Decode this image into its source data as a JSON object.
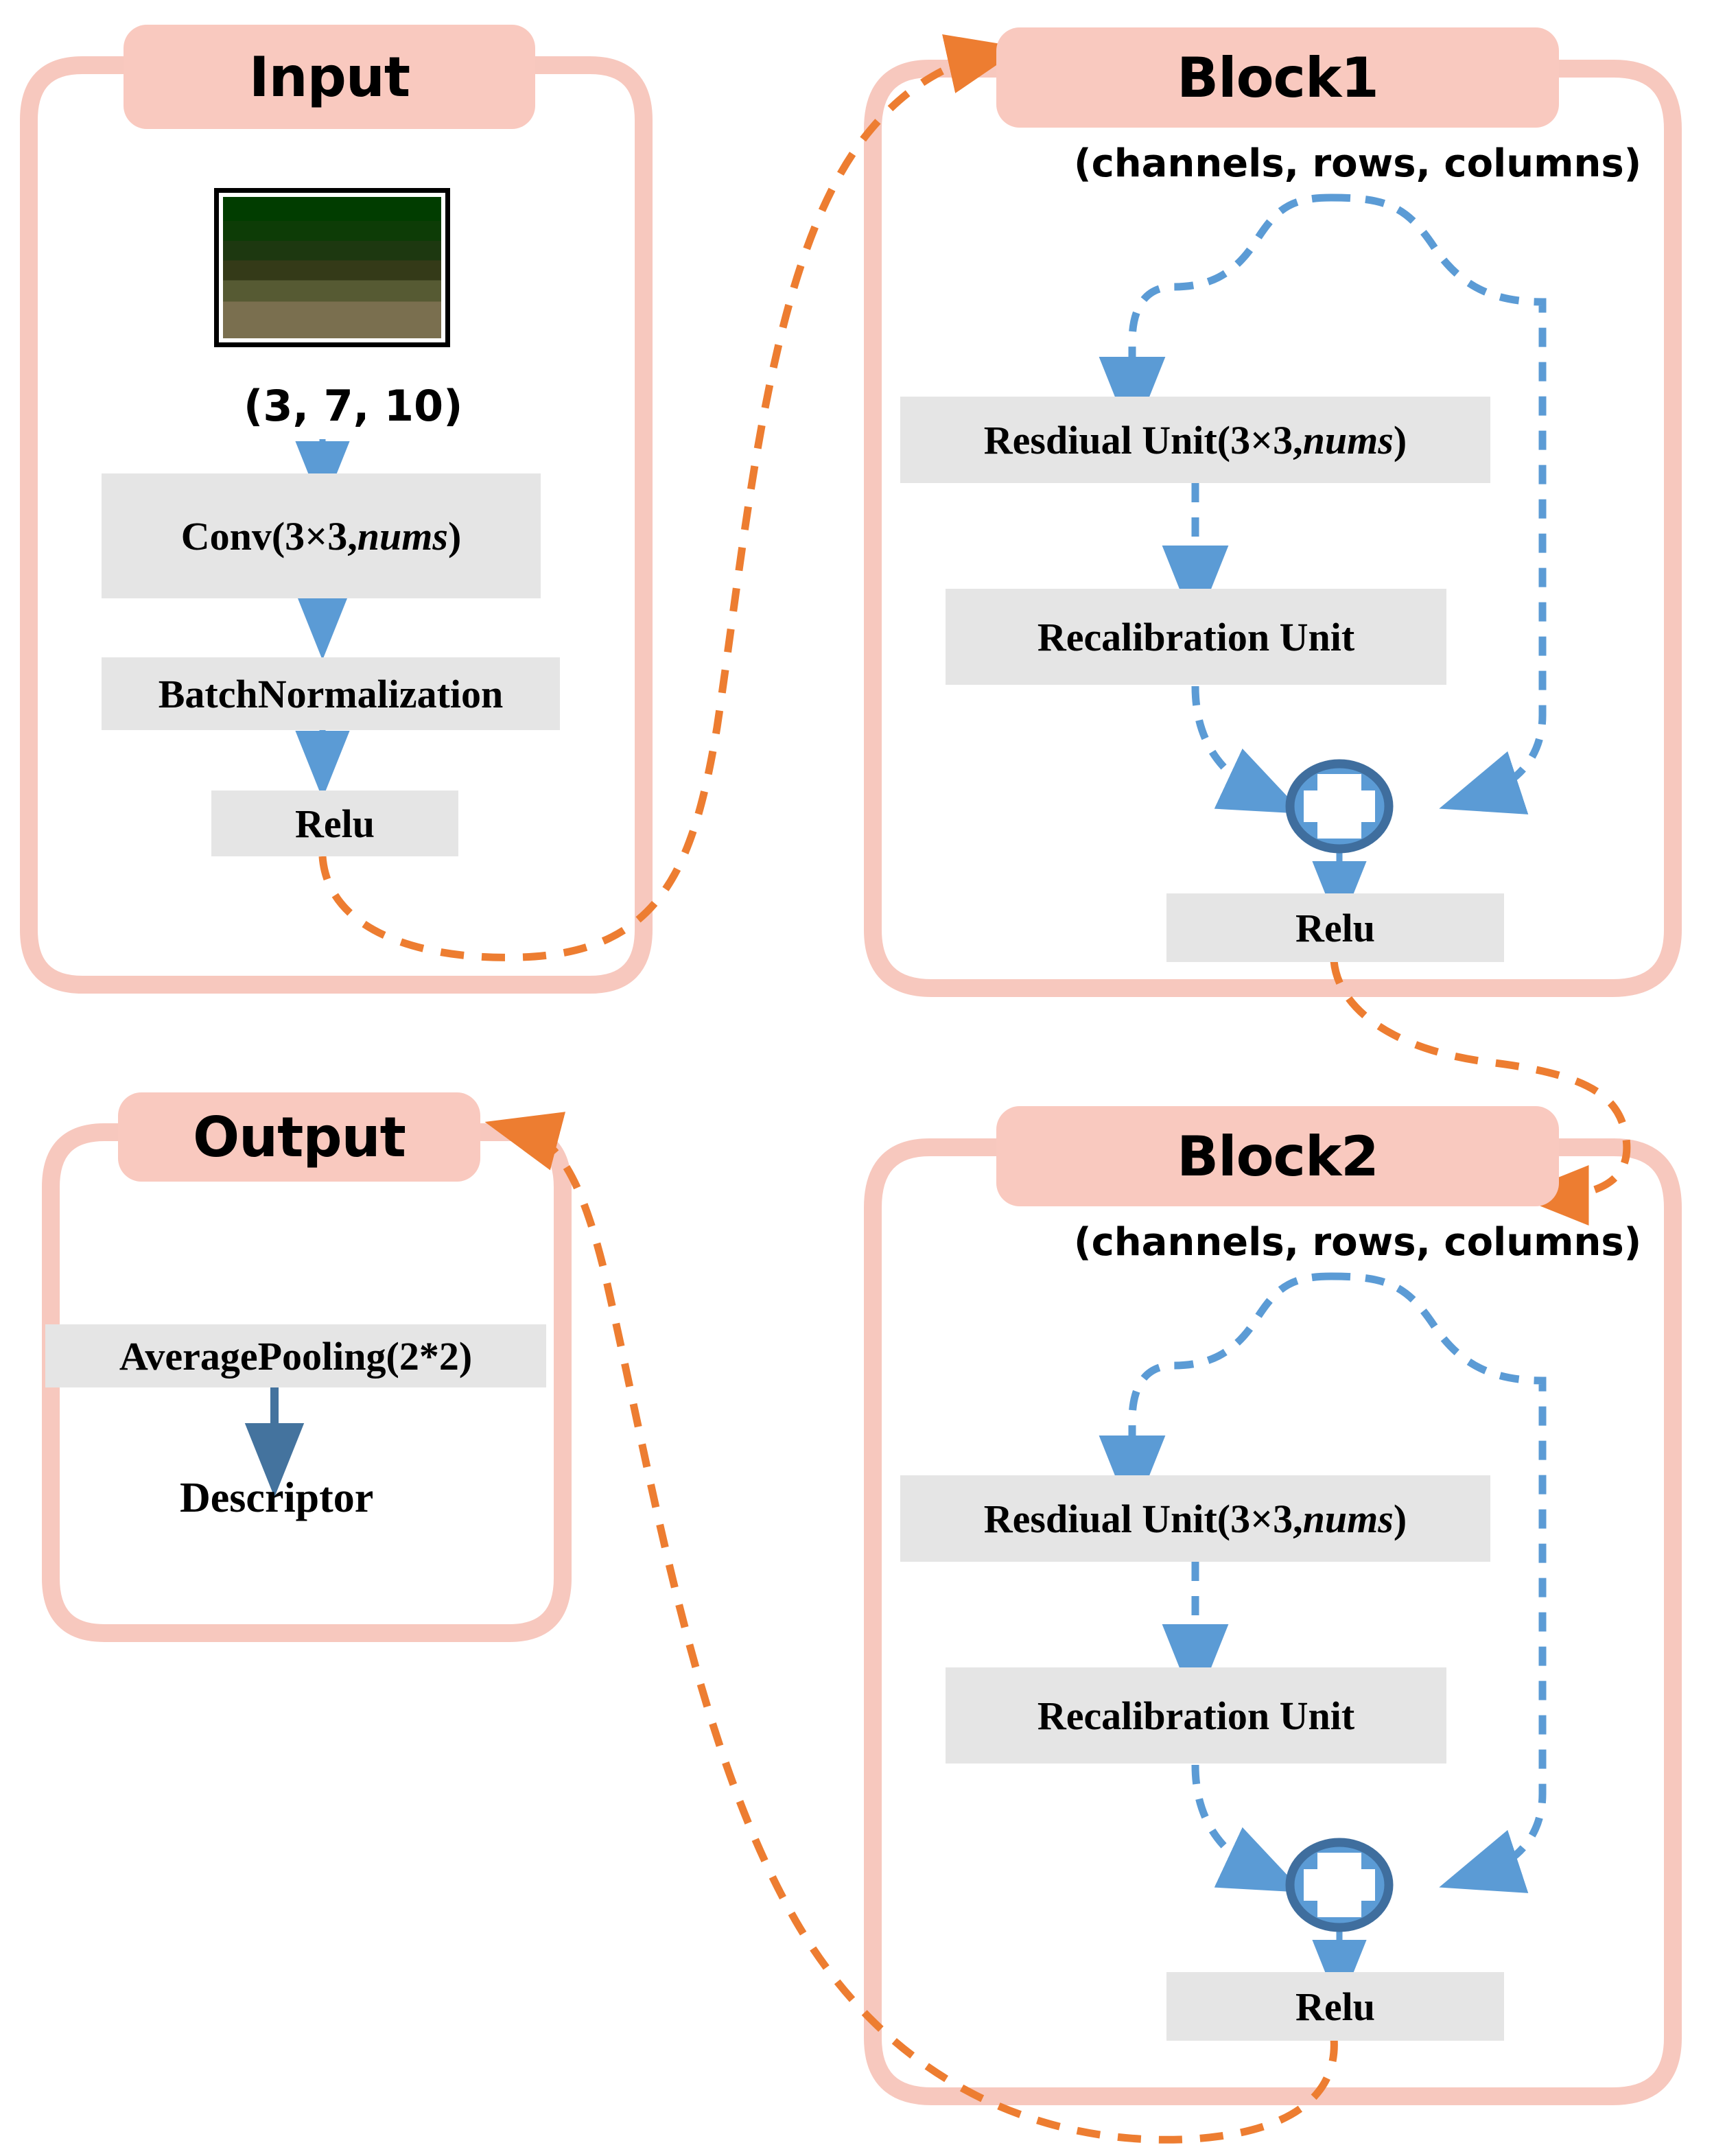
{
  "diagram": {
    "title_font_color": "#000000",
    "palette": {
      "pill_fill": "#F9C9BF",
      "container_stroke": "#F7C8BE",
      "box_fill": "#E5E5E5",
      "blue_arrow": "#5B9BD5",
      "blue_arrow_dark": "#3F6E9E",
      "orange_dashed": "#ED7D31",
      "solid_arrow": "#44739E"
    }
  },
  "input": {
    "title": "Input",
    "image_caption": "(3, 7, 10)",
    "image_alt": "sample-gradient-image",
    "boxes": [
      {
        "label_a": "Conv(3 ",
        "label_b": " 3, ",
        "label_it": "nums",
        "label_c": ")"
      },
      {
        "label": "BatchNormalization"
      },
      {
        "label": "Relu"
      }
    ]
  },
  "block1": {
    "title": "Block1",
    "shape_note": "(channels, rows, columns)",
    "residual": {
      "pre": "Resdiual Unit(3 ",
      "mid": " 3, ",
      "it": "nums",
      "post": ")"
    },
    "recalibration": "Recalibration  Unit",
    "add_symbol": "+",
    "relu": "Relu"
  },
  "block2": {
    "title": "Block2",
    "shape_note": "(channels, rows, columns)",
    "residual": {
      "pre": "Resdiual Unit(3 ",
      "mid": " 3, ",
      "it": "nums",
      "post": ")"
    },
    "recalibration": "Recalibration  Unit",
    "add_symbol": "+",
    "relu": "Relu"
  },
  "output": {
    "title": "Output",
    "pooling": "AveragePooling(2*2)",
    "descriptor": "Descriptor"
  },
  "symbols": {
    "times": "×"
  }
}
